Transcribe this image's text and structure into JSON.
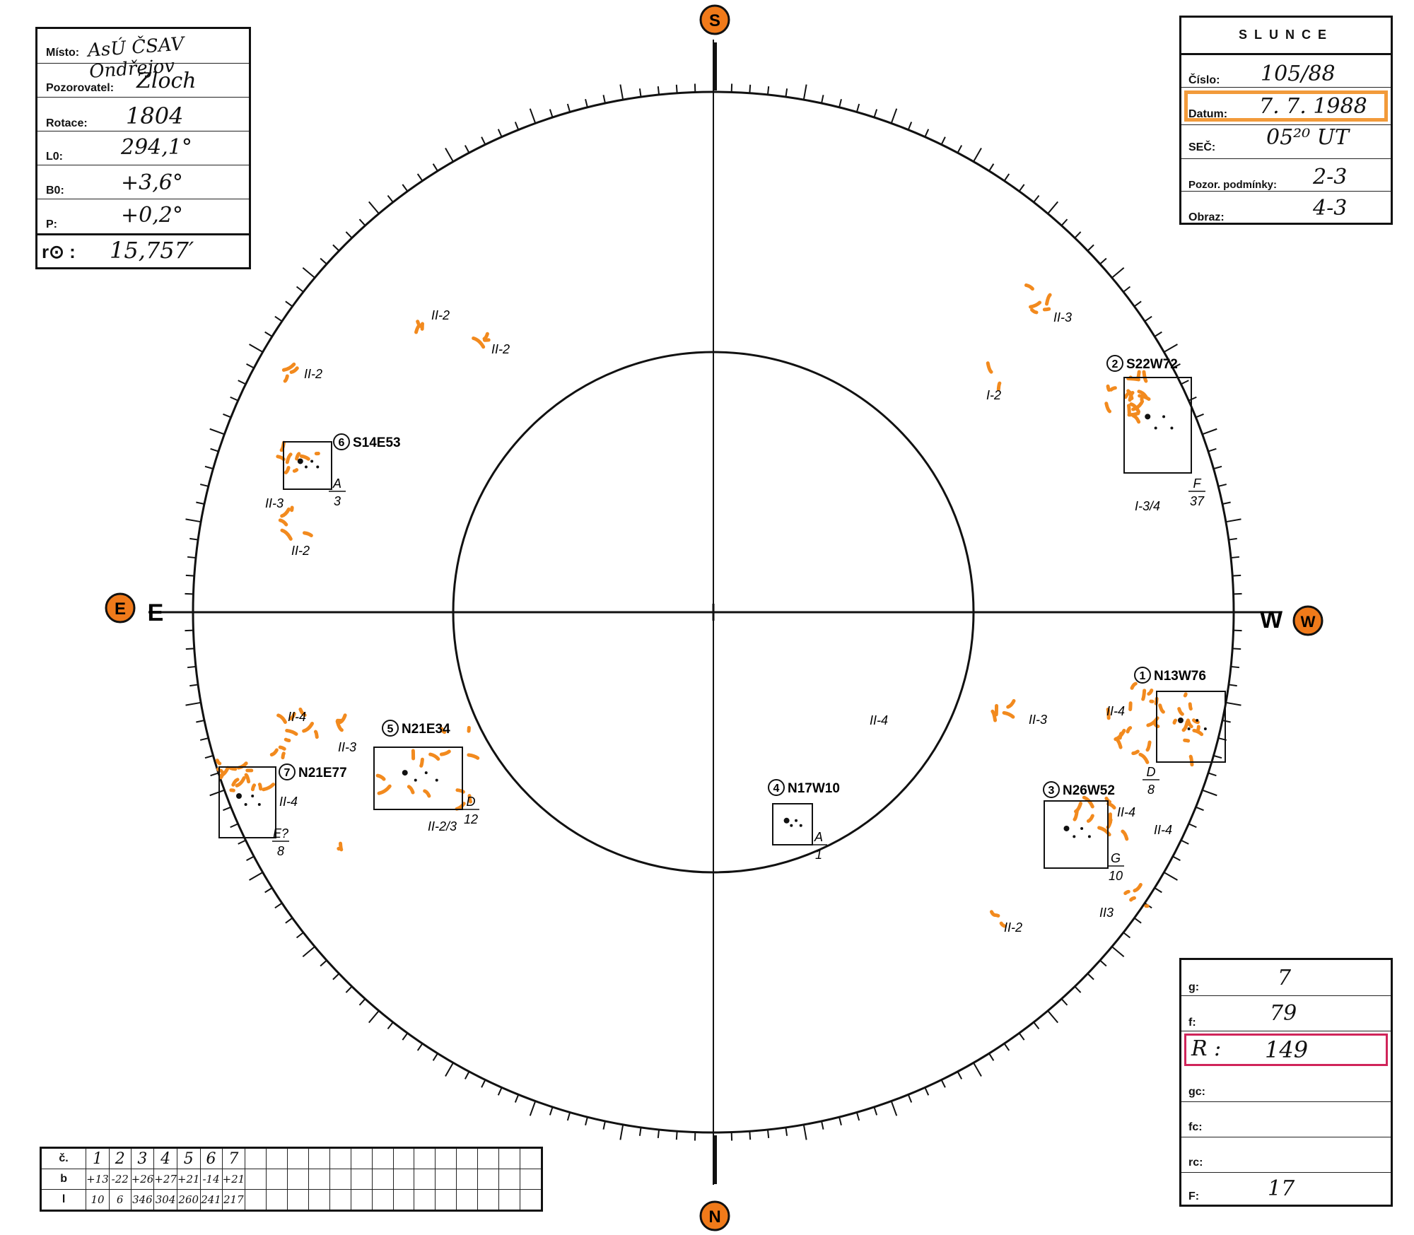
{
  "info": {
    "misto_label": "Místo:",
    "misto_value": "AsÚ ČSAV Ondřejov",
    "pozorovatel_label": "Pozorovatel:",
    "pozorovatel_value": "Zloch",
    "rotace_label": "Rotace:",
    "rotace_value": "1804",
    "l0_label": "L0:",
    "l0_value": "294,1°",
    "b0_label": "B0:",
    "b0_value": "+3,6°",
    "p_label": "P:",
    "p_value": "+0,2°",
    "r_label": "r⊙ :",
    "r_value": "15,757′"
  },
  "slunce": {
    "title": "SLUNCE",
    "cislo_label": "Číslo:",
    "cislo_value": "105/88",
    "datum_label": "Datum:",
    "datum_value": "7. 7. 1988",
    "sec_label": "SEČ:",
    "sec_value": "05²⁰ UT",
    "podminky_label": "Pozor. podmínky:",
    "podminky_value": "2-3",
    "obraz_label": "Obraz:",
    "obraz_value": "4-3",
    "highlight_color": "#f29a3a"
  },
  "counts": {
    "g_label": "g:",
    "g_value": "7",
    "f_label": "f:",
    "f_value": "79",
    "r_label": "R :",
    "r_value": "149",
    "gc_label": "gc:",
    "fc_label": "fc:",
    "rc_label": "rc:",
    "F_label": "F:",
    "F_value": "17",
    "r_highlight_color": "#d0245a"
  },
  "directions": {
    "south_badge": "S",
    "north_badge": "N",
    "east_badge": "E",
    "west_badge": "W",
    "east_letter": "E",
    "west_letter": "W",
    "badge_color": "#f07a1a"
  },
  "groups": [
    {
      "id": "1",
      "coords": "N13W76",
      "class": "D",
      "spots": "8"
    },
    {
      "id": "2",
      "coords": "S22W72",
      "class": "F",
      "spots": "37"
    },
    {
      "id": "3",
      "coords": "N26W52",
      "class": "G",
      "spots": "10"
    },
    {
      "id": "4",
      "coords": "N17W10",
      "class": "A",
      "spots": "1"
    },
    {
      "id": "5",
      "coords": "N21E34",
      "class": "D",
      "spots": "12"
    },
    {
      "id": "6",
      "coords": "S14E53",
      "class": "A",
      "spots": "3"
    },
    {
      "id": "7",
      "coords": "N21E77",
      "class": "E?",
      "spots": "8"
    }
  ],
  "faculae_labels": [
    "II-2",
    "II-2",
    "II-2",
    "II-3",
    "II-2",
    "II-3",
    "I-2",
    "I-3/4",
    "II-4",
    "II-3",
    "II-4",
    "II-2/3",
    "II-3",
    "II-4",
    "II-4",
    "II-4",
    "II3",
    "II-2",
    "II-4"
  ],
  "facula_color": "#f28a1e",
  "table": {
    "row_labels": [
      "č.",
      "b",
      "l"
    ],
    "numbers": [
      "1",
      "2",
      "3",
      "4",
      "5",
      "6",
      "7"
    ],
    "b_values": [
      "+13",
      "-22",
      "+26",
      "+27",
      "+21",
      "-14",
      "+21"
    ],
    "l_values": [
      "10",
      "6",
      "346",
      "304",
      "260",
      "241",
      "217"
    ],
    "empty_columns": 14
  }
}
